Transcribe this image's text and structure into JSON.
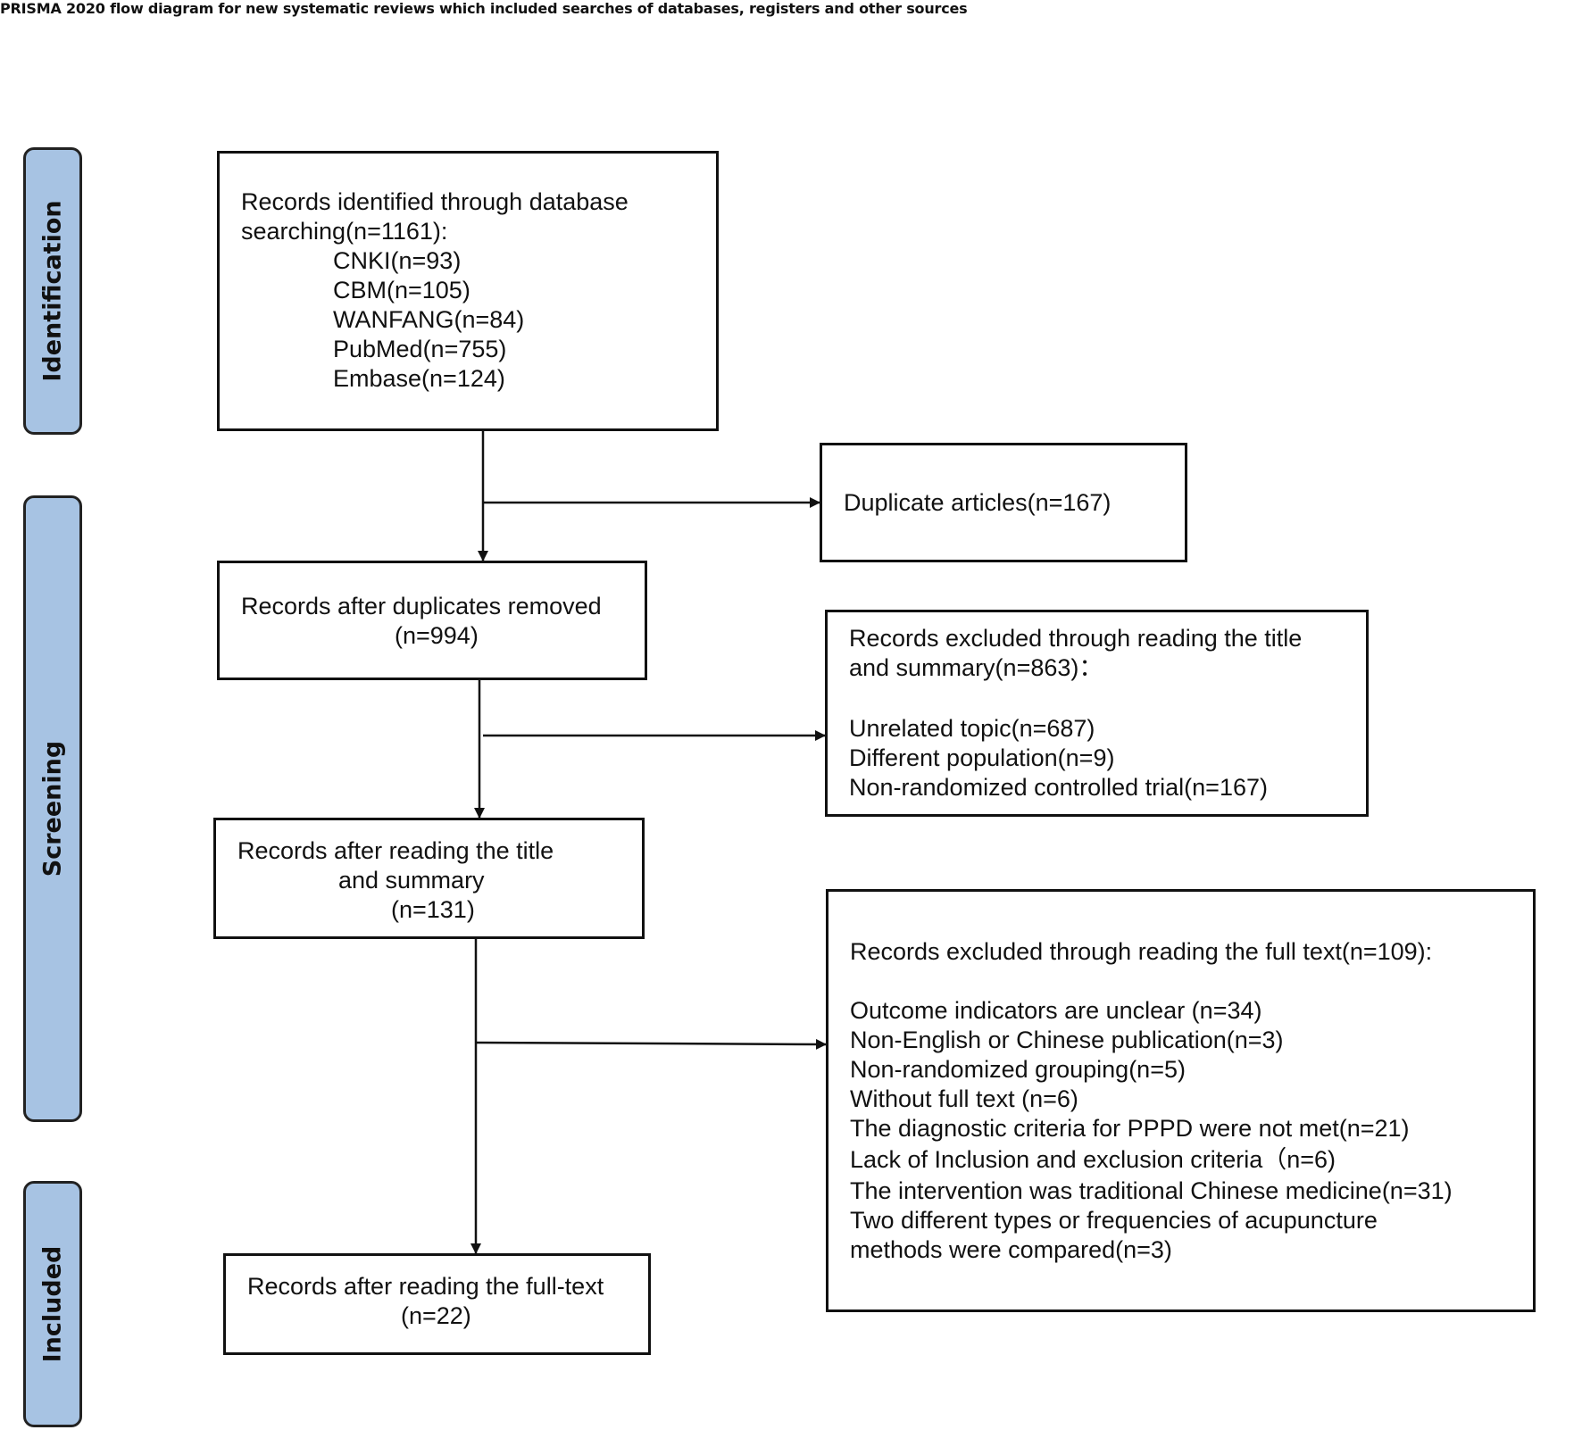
{
  "title": "PRISMA 2020 flow diagram for new systematic reviews which included searches of databases, registers and other sources",
  "phases": {
    "identification": "Identification",
    "screening": "Screening",
    "included": "Included"
  },
  "boxes": {
    "identified": {
      "line1": "Records identified through database",
      "line2": "searching(n=1161):",
      "sources": [
        "CNKI(n=93)",
        "CBM(n=105)",
        "WANFANG(n=84)",
        "PubMed(n=755)",
        "Embase(n=124)"
      ]
    },
    "duplicates": {
      "text": "Duplicate articles(n=167)"
    },
    "after_duplicates": {
      "line1": "Records after duplicates removed",
      "line2": "(n=994)"
    },
    "excluded_title": {
      "line1": "Records excluded through reading the title",
      "line2": "and summary(n=863)：",
      "reasons": [
        "Unrelated topic(n=687)",
        "Different population(n=9)",
        "Non-randomized controlled trial(n=167)"
      ]
    },
    "after_title": {
      "line1": "Records after reading the title",
      "line2": "and summary",
      "line3": "(n=131)"
    },
    "excluded_fulltext": {
      "heading": "Records excluded through reading the full text(n=109):",
      "reasons": [
        "Outcome indicators are unclear (n=34)",
        "Non-English or Chinese publication(n=3)",
        "Non-randomized grouping(n=5)",
        "Without full text (n=6)",
        "The diagnostic criteria for PPPD were not met(n=21)",
        "Lack of Inclusion and exclusion criteria（n=6)",
        "The intervention was traditional Chinese medicine(n=31)",
        "Two different types or frequencies of acupuncture",
        "methods were compared(n=3)"
      ]
    },
    "included": {
      "line1": "Records after reading the full-text",
      "line2": "(n=22)"
    }
  },
  "colors": {
    "phase_fill": "#a7c3e3",
    "line": "#111111",
    "background": "#ffffff"
  }
}
